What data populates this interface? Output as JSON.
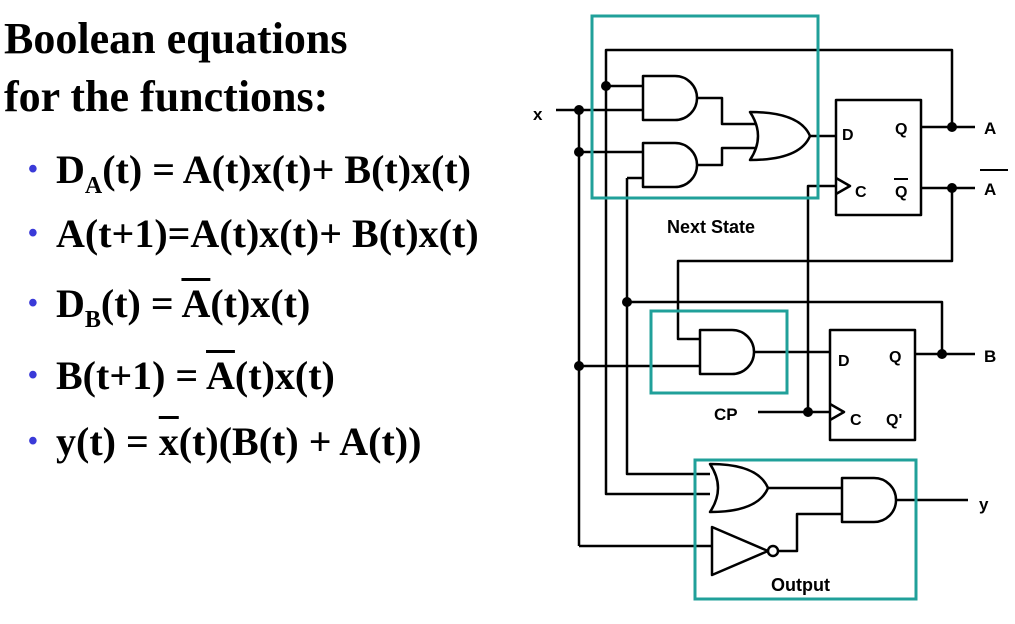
{
  "slide": {
    "title_line1": "Boolean equations",
    "title_line2": "for the functions:",
    "bullet_glyph": "•",
    "accent_color": "#3a3ad8",
    "box_color": "#20a09a"
  },
  "equations": [
    {
      "pre": "D",
      "sub": "A",
      "rest": "(t) = A(t)x(t)+ B(t)x(t)"
    },
    {
      "pre": "",
      "sub": "",
      "rest": "A(t+1)=A(t)x(t)+ B(t)x(t)"
    },
    {
      "pre": "D",
      "sub": "B",
      "rest": "(t) = ",
      "bar": "A",
      "tail": "(t)x(t)"
    },
    {
      "pre": "",
      "sub": "",
      "rest": "B(t+1) = ",
      "bar": "A",
      "tail": "(t)x(t)"
    },
    {
      "pre": "",
      "sub": "",
      "rest": "y(t) = ",
      "bar": "x",
      "tail": "(t)(B(t) + A(t))"
    }
  ],
  "diagram": {
    "input_x": "x",
    "clock": "CP",
    "ff_a": {
      "d": "D",
      "q": "Q",
      "c": "C",
      "qbar": "Q"
    },
    "ff_b": {
      "d": "D",
      "q": "Q",
      "c": "C",
      "qprime": "Q'"
    },
    "out_a": "A",
    "out_a_bar": "A",
    "out_b": "B",
    "out_y": "y",
    "box_next_state": "Next State",
    "box_output": "Output"
  }
}
